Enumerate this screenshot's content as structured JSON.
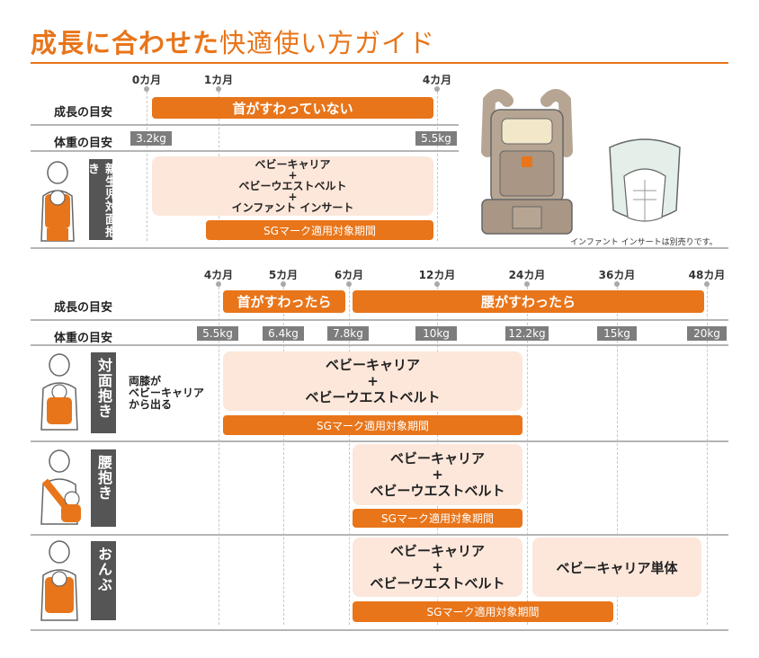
{
  "title": {
    "bold": "成長に合わせた",
    "normal": "快適使い方ガイド"
  },
  "labels": {
    "growth": "成長の目安",
    "weight": "体重の目安"
  },
  "top": {
    "months": [
      "0カ月",
      "1カ月",
      "4カ月"
    ],
    "growth_bar": "首がすわっていない",
    "weights": [
      "3.2kg",
      "5.5kg"
    ],
    "mode_tag": "新生児対面抱き",
    "package": [
      "ベビーキャリア",
      "+",
      "ベビーウエストベルト",
      "+",
      "インファント インサート"
    ],
    "sg": "SGマーク適用対象期間",
    "caption": "インファント インサートは別売りです。"
  },
  "bottom": {
    "months": [
      "4カ月",
      "5カ月",
      "6カ月",
      "12カ月",
      "24カ月",
      "36カ月",
      "48カ月"
    ],
    "growth_bars": [
      "首がすわったら",
      "腰がすわったら"
    ],
    "weights": [
      "5.5kg",
      "6.4kg",
      "7.8kg",
      "10kg",
      "12.2kg",
      "15kg",
      "20kg"
    ],
    "sections": [
      {
        "tag": "対面抱き",
        "note": [
          "両膝が",
          "ベビーキャリア",
          "から出る"
        ],
        "package": [
          "ベビーキャリア",
          "+",
          "ベビーウエストベルト"
        ],
        "sg": "SGマーク適用対象期間"
      },
      {
        "tag": "腰抱き",
        "package": [
          "ベビーキャリア",
          "+",
          "ベビーウエストベルト"
        ],
        "sg": "SGマーク適用対象期間"
      },
      {
        "tag": "おんぶ",
        "package": [
          "ベビーキャリア",
          "+",
          "ベビーウエストベルト"
        ],
        "package_alt": "ベビーキャリア単体",
        "sg": "SGマーク適用対象期間"
      }
    ]
  },
  "colors": {
    "accent": "#E8751A",
    "light": "#FCE7DA",
    "tag": "#555555",
    "weight": "#7D7D7D"
  },
  "icons": [
    "carrier-illustration",
    "infant-insert-illustration",
    "parent-baby-icon"
  ]
}
